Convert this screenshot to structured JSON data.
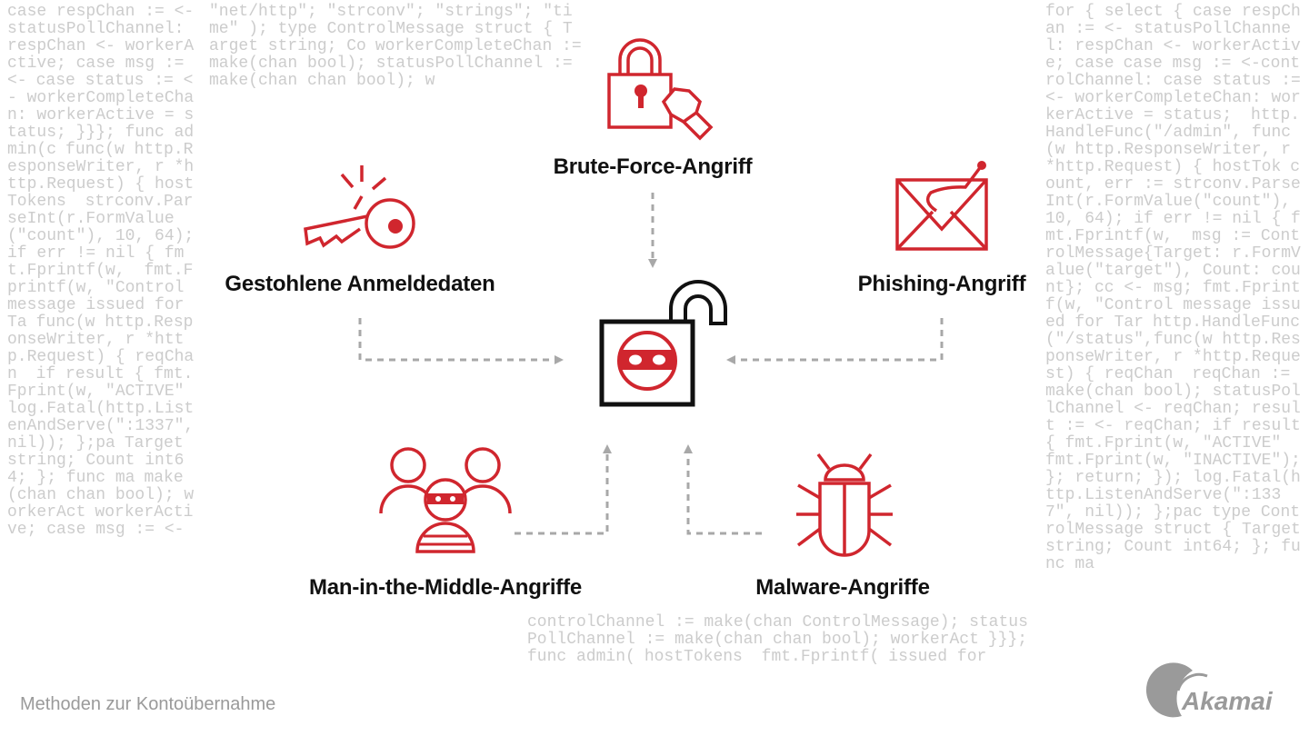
{
  "background_code": [
    "\"net/http\"; \"strconv\"; \"strings\"; \"time\" ); type ControlMessage struct { Target string; Co",
    "workerCompleteChan := make(chan bool); statusPollChannel := make(chan chan bool); w",
    "for { select { case respChan := <- statusPollChannel: respChan <- workerActive; case",
    "case msg := <-controlChannel: case status := <- workerCompleteChan: workerActive = status; ",
    "http.HandleFunc(\"/admin\", func(w http.ResponseWriter, r *http.Request) { hostTok",
    "count, err := strconv.ParseInt(r.FormValue(\"count\"), 10, 64); if err != nil { fmt.Fprintf(w, ",
    "msg := ControlMessage{Target: r.FormValue(\"target\"), Count: count}; cc <- msg; fmt.Fprintf(w, \"Control message issued for Tar",
    "http.HandleFunc(\"/status\",func(w http.ResponseWriter, r *http.Request) { reqChan ",
    "reqChan := make(chan bool); statusPollChannel <- reqChan; result := <- reqChan; if result { fmt.Fprint(w, \"ACTIVE\" ",
    "fmt.Fprint(w, \"INACTIVE\"); }; return; }); log.Fatal(http.ListenAndServe(\":1337\", nil)); };pac",
    "type ControlMessage struct { Target string; Count int64; }; func ma",
    "controlChannel := make(chan ControlMessage); statusPollChannel := make(chan chan bool); workerAct",
    "case respChan := <- statusPollChannel: respChan <- workerActive; case msg := <-",
    "case status := <- workerCompleteChan: workerActive = status; }}}; func admin(c",
    "func(w http.ResponseWriter, r *http.Request) { hostTokens ",
    "strconv.ParseInt(r.FormValue(\"count\"), 10, 64); if err != nil { fmt.Fprintf(w, ",
    "fmt.Fprintf(w, \"Control message issued for Ta",
    "func(w http.ResponseWriter, r *http.Request) { reqChan ",
    "if result { fmt.Fprint(w, \"ACTIVE\" ",
    "log.Fatal(http.ListenAndServe(\":1337\", nil)); };pa",
    "Target string; Count int64; }; func ma",
    "make(chan chan bool); workerAct",
    "workerActive; case msg := <-",
    "}}}; func admin(",
    "hostTokens ",
    "fmt.Fprintf(",
    "issued for "
  ],
  "nodes": {
    "brute_force": "Brute-Force-Angriff",
    "stolen_credentials": "Gestohlene Anmeldedaten",
    "phishing": "Phishing-Angriff",
    "mitm": "Man-in-the-Middle-Angriffe",
    "malware": "Malware-Angriffe"
  },
  "footer": {
    "caption": "Methoden zur Kontoübernahme",
    "logo": "Akamai"
  },
  "colors": {
    "accent": "#d0262e",
    "arrow": "#a8a8a8",
    "text": "#111111",
    "muted": "#9a9a9a"
  }
}
